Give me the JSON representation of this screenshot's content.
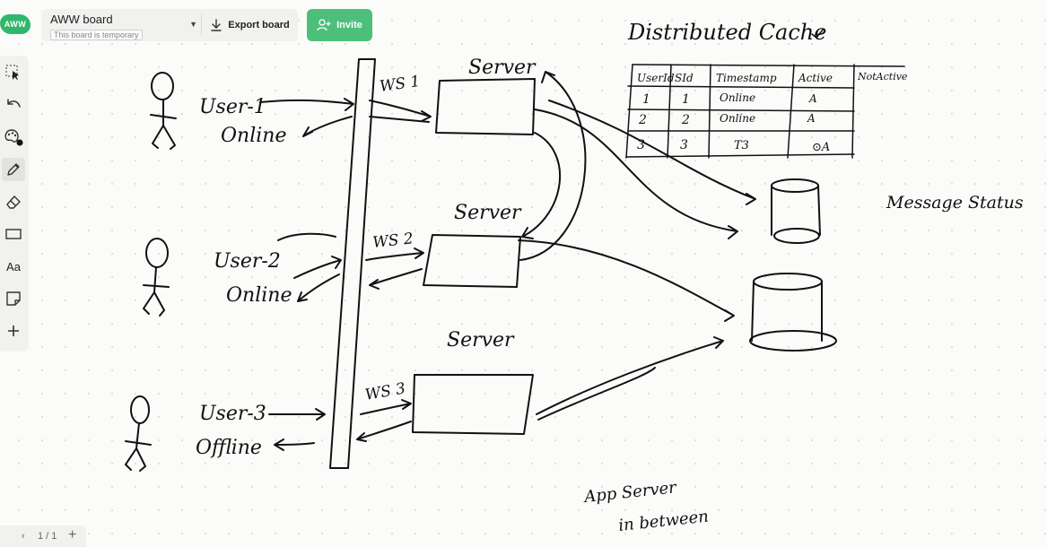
{
  "app": {
    "logo_text": "AWW",
    "brand_color": "#2fb86b"
  },
  "header": {
    "board_title": "AWW board",
    "board_subtitle": "This board is temporary",
    "export_label": "Export board",
    "invite_label": "Invite",
    "invite_color": "#4cc07a"
  },
  "toolbar": {
    "items": [
      {
        "name": "select-icon"
      },
      {
        "name": "undo-icon"
      },
      {
        "name": "color-palette-icon"
      },
      {
        "name": "pen-icon",
        "active": true
      },
      {
        "name": "eraser-icon"
      },
      {
        "name": "rectangle-icon"
      },
      {
        "name": "text-icon",
        "label": "Aa"
      },
      {
        "name": "sticky-note-icon"
      },
      {
        "name": "add-icon"
      }
    ]
  },
  "pager": {
    "page_text": "1 / 1"
  },
  "drawing": {
    "title": "Distributed Cache",
    "server_labels": [
      "Server",
      "Server",
      "Server"
    ],
    "ws_labels": [
      "WS 1",
      "WS 2",
      "WS 3"
    ],
    "users": [
      {
        "name": "User-1",
        "status": "Online"
      },
      {
        "name": "User-2",
        "status": "Online"
      },
      {
        "name": "User-3",
        "status": "Offline"
      }
    ],
    "cache_table": {
      "headers": [
        "UserId",
        "SId",
        "Timestamp",
        "Active",
        "NotActive"
      ],
      "rows": [
        [
          "1",
          "1",
          "Online",
          "A",
          ""
        ],
        [
          "2",
          "2",
          "Online",
          "A",
          ""
        ],
        [
          "3",
          "3",
          "T3",
          "⊙A",
          ""
        ]
      ]
    },
    "message_status_label": "Message Status",
    "app_server_label_1": "App Server",
    "app_server_label_2": "in between"
  }
}
